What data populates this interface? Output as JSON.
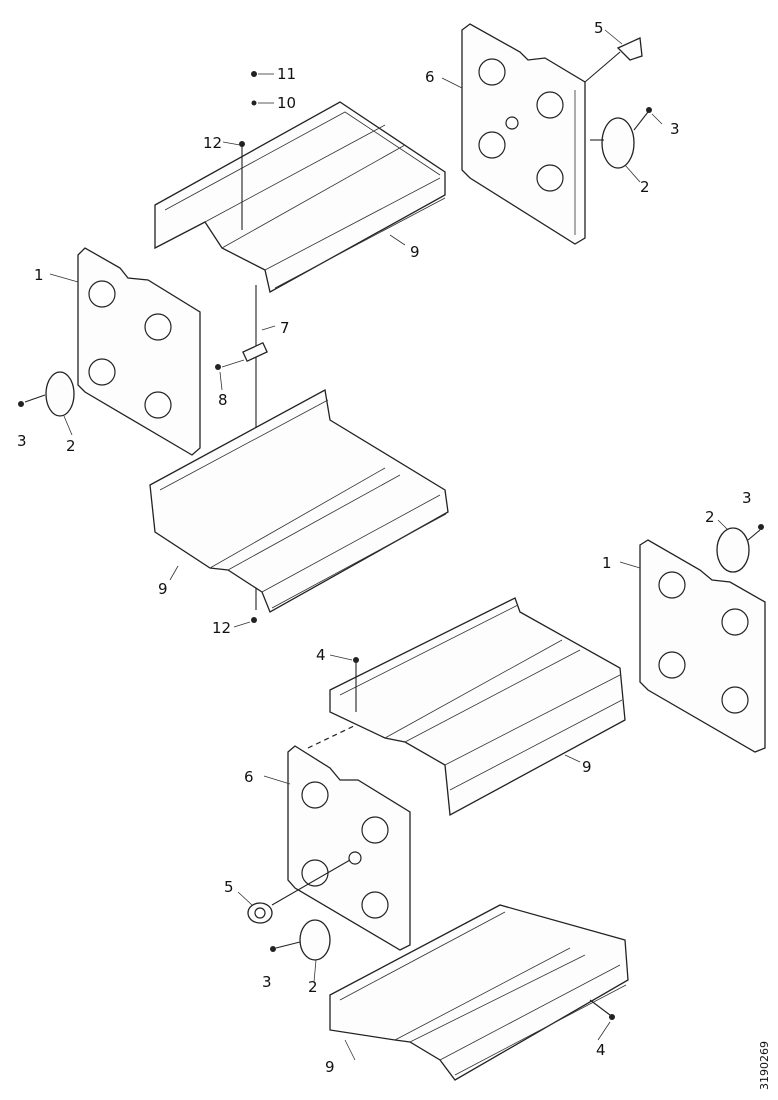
{
  "callouts": {
    "c1a": "1",
    "c1b": "1",
    "c2a": "2",
    "c2b": "2",
    "c2c": "2",
    "c2d": "2",
    "c3a": "3",
    "c3b": "3",
    "c3c": "3",
    "c3d": "3",
    "c4a": "4",
    "c4b": "4",
    "c5a": "5",
    "c5b": "5",
    "c6a": "6",
    "c6b": "6",
    "c7": "7",
    "c8": "8",
    "c9a": "9",
    "c9b": "9",
    "c9c": "9",
    "c9d": "9",
    "c10": "10",
    "c11": "11",
    "c12a": "12",
    "c12b": "12"
  },
  "document_number": "3190269"
}
